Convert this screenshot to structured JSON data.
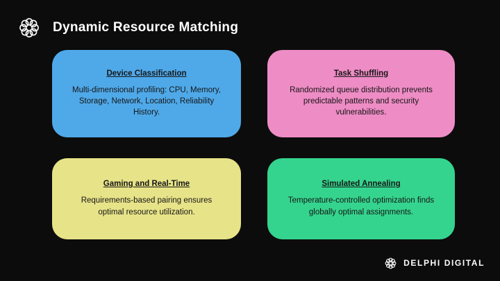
{
  "header": {
    "title": "Dynamic Resource Matching",
    "logo_icon": "knot-ring-icon"
  },
  "cards": [
    {
      "title": "Device Classification",
      "body": "Multi-dimensional profiling: CPU, Memory, Storage, Network, Location, Reliability History.",
      "color": "#4fa9e9"
    },
    {
      "title": "Task Shuffling",
      "body": "Randomized queue distribution prevents predictable patterns and security vulnerabilities.",
      "color": "#ee8cc5"
    },
    {
      "title": "Gaming and Real-Time",
      "body": "Requirements-based pairing ensures optimal resource utilization.",
      "color": "#e7e388"
    },
    {
      "title": "Simulated Annealing",
      "body": "Temperature-controlled optimization finds globally optimal assignments.",
      "color": "#35d48e"
    }
  ],
  "footer": {
    "brand": "DELPHI DIGITAL",
    "brand_logo_icon": "delphi-knot-icon"
  },
  "colors": {
    "background": "#0c0c0c",
    "card_text": "#161616",
    "header_text": "#ffffff"
  }
}
